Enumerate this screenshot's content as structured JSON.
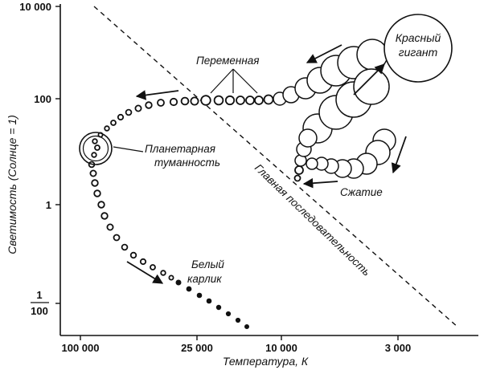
{
  "chart_data": {
    "type": "scatter",
    "ylabel": "Светимость (Солнце = 1)",
    "xlabel": "Температура, К",
    "y_ticks": [
      "10 000",
      "100",
      "1"
    ],
    "y_tick_fraction": {
      "numerator": "1",
      "denominator": "100"
    },
    "x_ticks": [
      "100 000",
      "25 000",
      "10 000",
      "3 000"
    ],
    "x_scale": "log-reversed",
    "y_scale": "log",
    "main_sequence_label": "Главная последовательность",
    "annotations": {
      "red_giant": [
        "Красный",
        "гигант"
      ],
      "variable": "Переменная",
      "planetary_nebula": [
        "Планетарная",
        "туманность"
      ],
      "white_dwarf": [
        "Белый",
        "карлик"
      ],
      "contraction": "Сжатие"
    }
  }
}
